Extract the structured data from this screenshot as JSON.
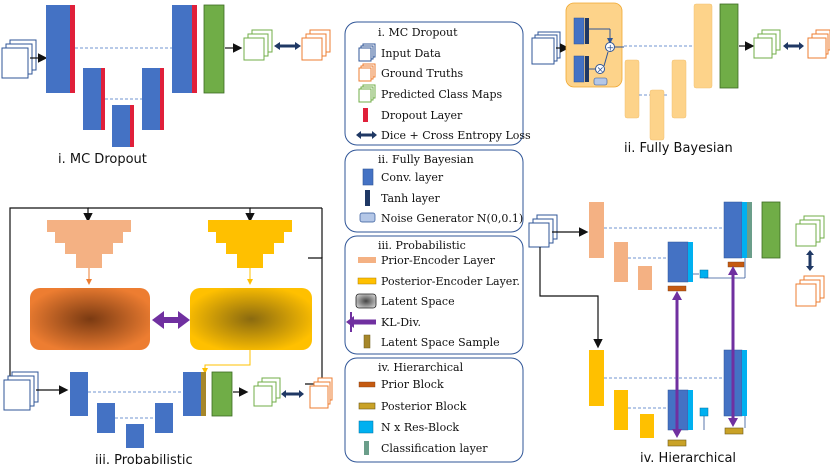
{
  "captions": {
    "mc": "i. MC Dropout",
    "fb": "ii. Fully Bayesian",
    "prob": "iii. Probabilistic",
    "hier": "iv. Hierarchical"
  },
  "legend": {
    "mc": {
      "title": "i. MC Dropout",
      "items": [
        "Input Data",
        "Ground Truths",
        "Predicted Class Maps",
        "Dropout Layer",
        "Dice + Cross Entropy Loss"
      ]
    },
    "fb": {
      "title": "ii. Fully Bayesian",
      "items": [
        "Conv. layer",
        "Tanh layer",
        "Noise Generator N(0,0.1)"
      ]
    },
    "prob": {
      "title": "iii. Probabilistic",
      "items": [
        "Prior-Encoder Layer",
        "Posterior-Encoder Layer.",
        "Latent Space",
        "KL-Div.",
        "Latent Space Sample"
      ]
    },
    "hier": {
      "title": "iv. Hierarchical",
      "items": [
        "Prior Block",
        "Posterior Block",
        "N x Res-Block",
        "Classification layer"
      ]
    }
  },
  "colors": {
    "conv": "#4472c4",
    "dropout": "#e0203a",
    "classmap": "#70ad47",
    "input_border": "#2f5597",
    "truth_border": "#ed7d31",
    "pred_border": "#70ad47",
    "prior": "#f4b183",
    "posterior": "#ffc000",
    "kl_arrow": "#7030a0",
    "loss_arrow": "#1f3864",
    "res_block": "#00b0f0",
    "sample": "#a6872a",
    "legend_border": "#2f5597",
    "bayes_bg": "#fdd38a"
  }
}
